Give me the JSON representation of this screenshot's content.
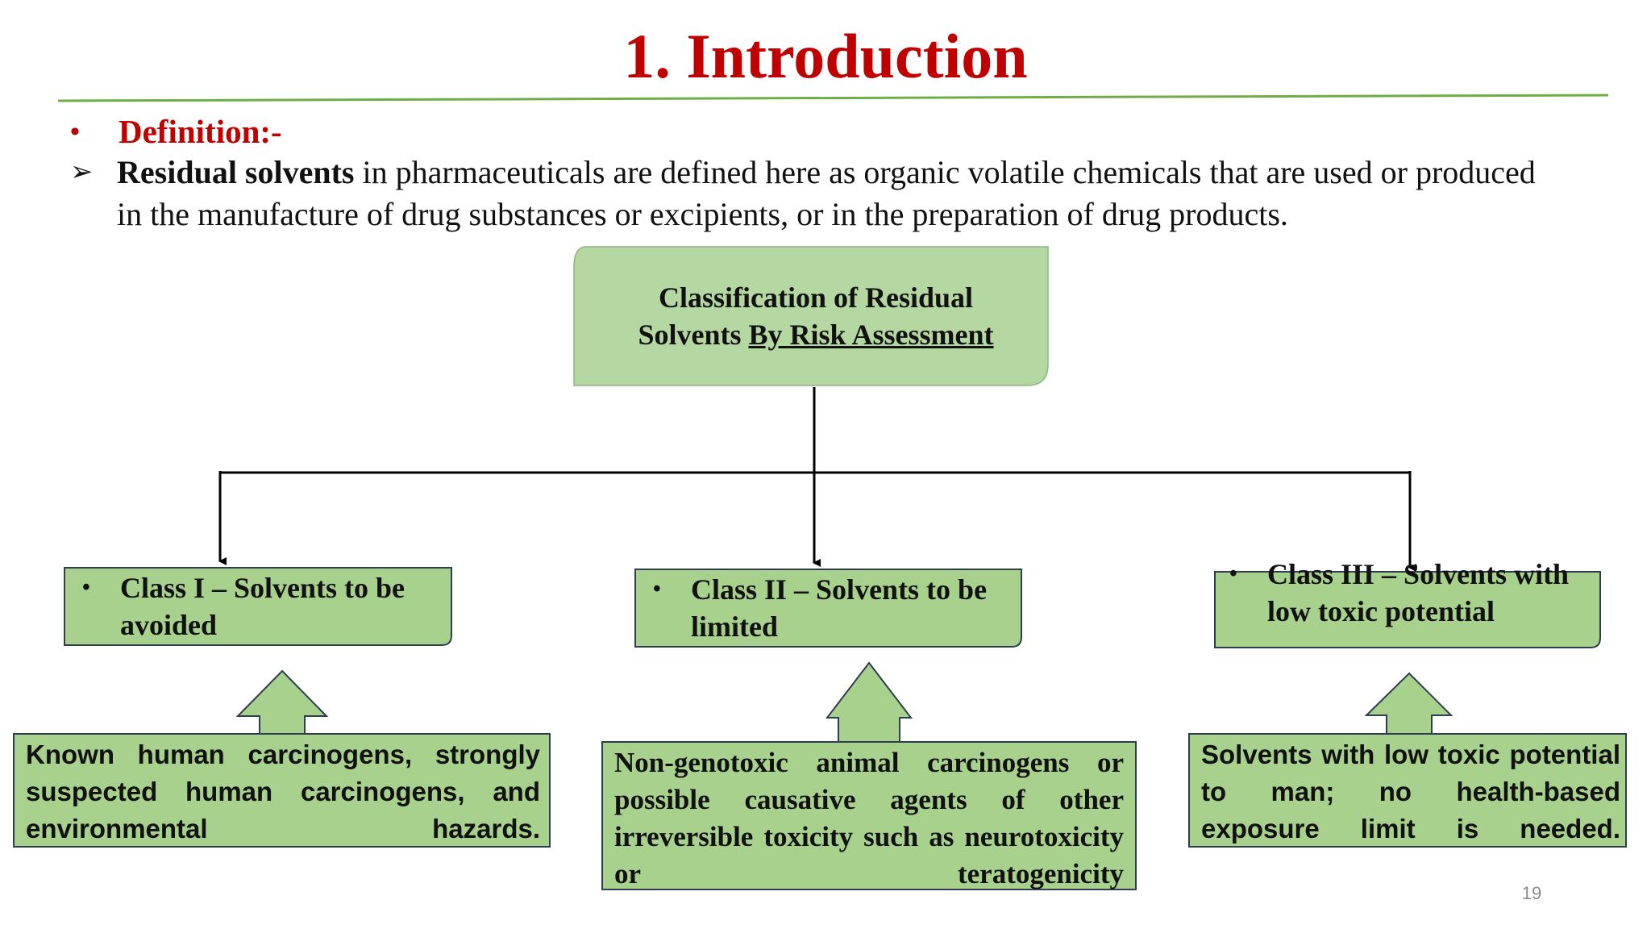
{
  "slide": {
    "title": "1. Introduction",
    "definition": {
      "heading": "Definition:-",
      "term": "Residual solvents",
      "text": " in pharmaceuticals are defined here as organic volatile chemicals that are used or produced in the manufacture of drug substances or excipients, or in the preparation of drug products."
    },
    "diagram": {
      "root": {
        "line1": "Classification of Residual",
        "line2_plain": "Solvents ",
        "line2_underlined": "By Risk Assessment"
      },
      "classes": [
        {
          "label": "Class I – Solvents to be avoided",
          "description": "Known human carcinogens, strongly suspected human carcinogens, and environmental hazards."
        },
        {
          "label": "Class II – Solvents to be limited",
          "description": "Non-genotoxic animal carcinogens or possible causative agents of other irreversible toxicity such as neurotoxicity or teratogenicity"
        },
        {
          "label": "Class III – Solvents with low toxic potential",
          "description": "Solvents with low toxic potential to man; no health-based exposure limit is needed."
        }
      ]
    },
    "page_number": "19"
  },
  "colors": {
    "title": "#c00000",
    "heading": "#c00000",
    "rule": "#70ad47",
    "box_fill": "#a9d18e",
    "root_fill": "#b5d7a1",
    "box_border": "#2f3e4e",
    "connector": "#000000"
  },
  "icons": {
    "bullet": "bullet-dot-icon",
    "arrow": "arrowhead-bullet-icon",
    "up_arrow": "up-block-arrow-icon"
  }
}
